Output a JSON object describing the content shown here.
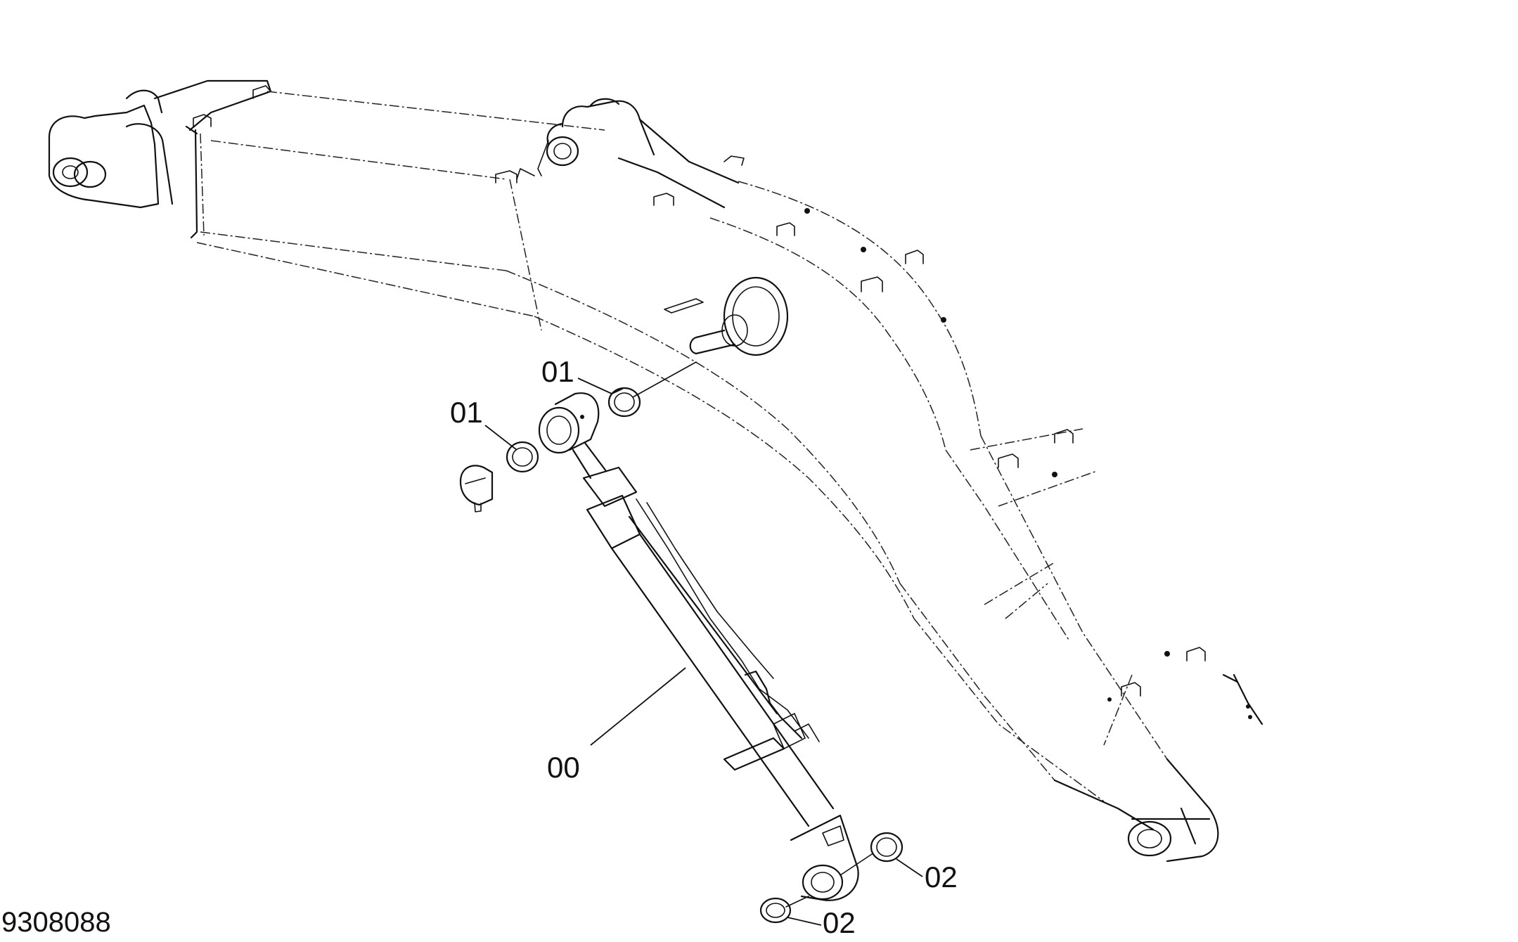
{
  "figure": {
    "number": "9308088"
  },
  "callouts": {
    "upper_pin_bushing": "01",
    "upper_collar_bushing": "01",
    "cylinder": "00",
    "lower_right_bushing": "02",
    "lower_bottom_bushing": "02"
  }
}
